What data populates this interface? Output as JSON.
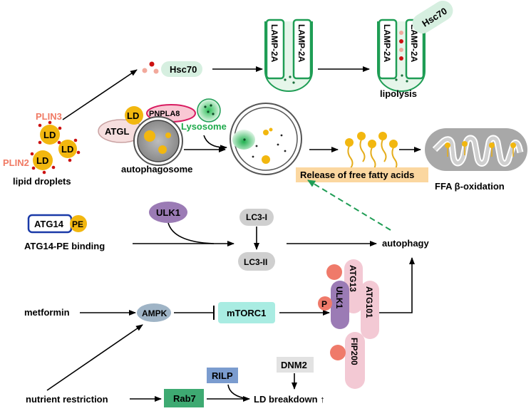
{
  "labels": {
    "plin3": "PLIN3",
    "plin2": "PLIN2",
    "ld": "LD",
    "lipid_droplets": "lipid droplets",
    "hsc70": "Hsc70",
    "lamp2a": "LAMP-2A",
    "lipolysis": "lipolysis",
    "pnpla8": "PNPLA8",
    "atgl": "ATGL",
    "autophagosome": "autophagosome",
    "lysosome": "Lysosome",
    "release_ffa": "Release of free fatty acids",
    "ffa_oxidation": "FFA β-oxidation",
    "atg14": "ATG14",
    "pe": "PE",
    "atg14_pe_binding": "ATG14-PE binding",
    "ulk1": "ULK1",
    "lc3_i": "LC3-I",
    "lc3_ii": "LC3-II",
    "autophagy": "autophagy",
    "metformin": "metformin",
    "ampk": "AMPK",
    "mtorc1": "mTORC1",
    "p": "P",
    "atg13": "ATG13",
    "atg101": "ATG101",
    "fip200": "FIP200",
    "dnm2": "DNM2",
    "rilp": "RILP",
    "rab7": "Rab7",
    "nutrient_restriction": "nutrient restriction",
    "ld_breakdown": "LD breakdown ↑"
  },
  "colors": {
    "ld_yellow": "#f2b70f",
    "plin_dot": "#cc1111",
    "plin_text": "#f07a64",
    "green": "#1f9d55",
    "lysosome_text": "#1faa4c",
    "hsc70_fill": "#d6efe0",
    "pnpla8_fill": "#f9c8d4",
    "pnpla8_stroke": "#d81b60",
    "atgl_fill": "#f6dede",
    "ffa_box": "#fbd7a0",
    "mito_grey": "#9c9c9c",
    "atg14_stroke": "#1a3aa8",
    "ulk1_purple": "#9b7bb5",
    "lc3_grey": "#cfcfcf",
    "mtorc1_fill": "#a9ece2",
    "ampk_fill": "#9fb4c6",
    "rab7_fill": "#3eaa72",
    "rilp_fill": "#7b9ccf",
    "dnm2_fill": "#e2e2e2",
    "pink_complex": "#f3c9d4",
    "salmon": "#ef7a6a"
  }
}
